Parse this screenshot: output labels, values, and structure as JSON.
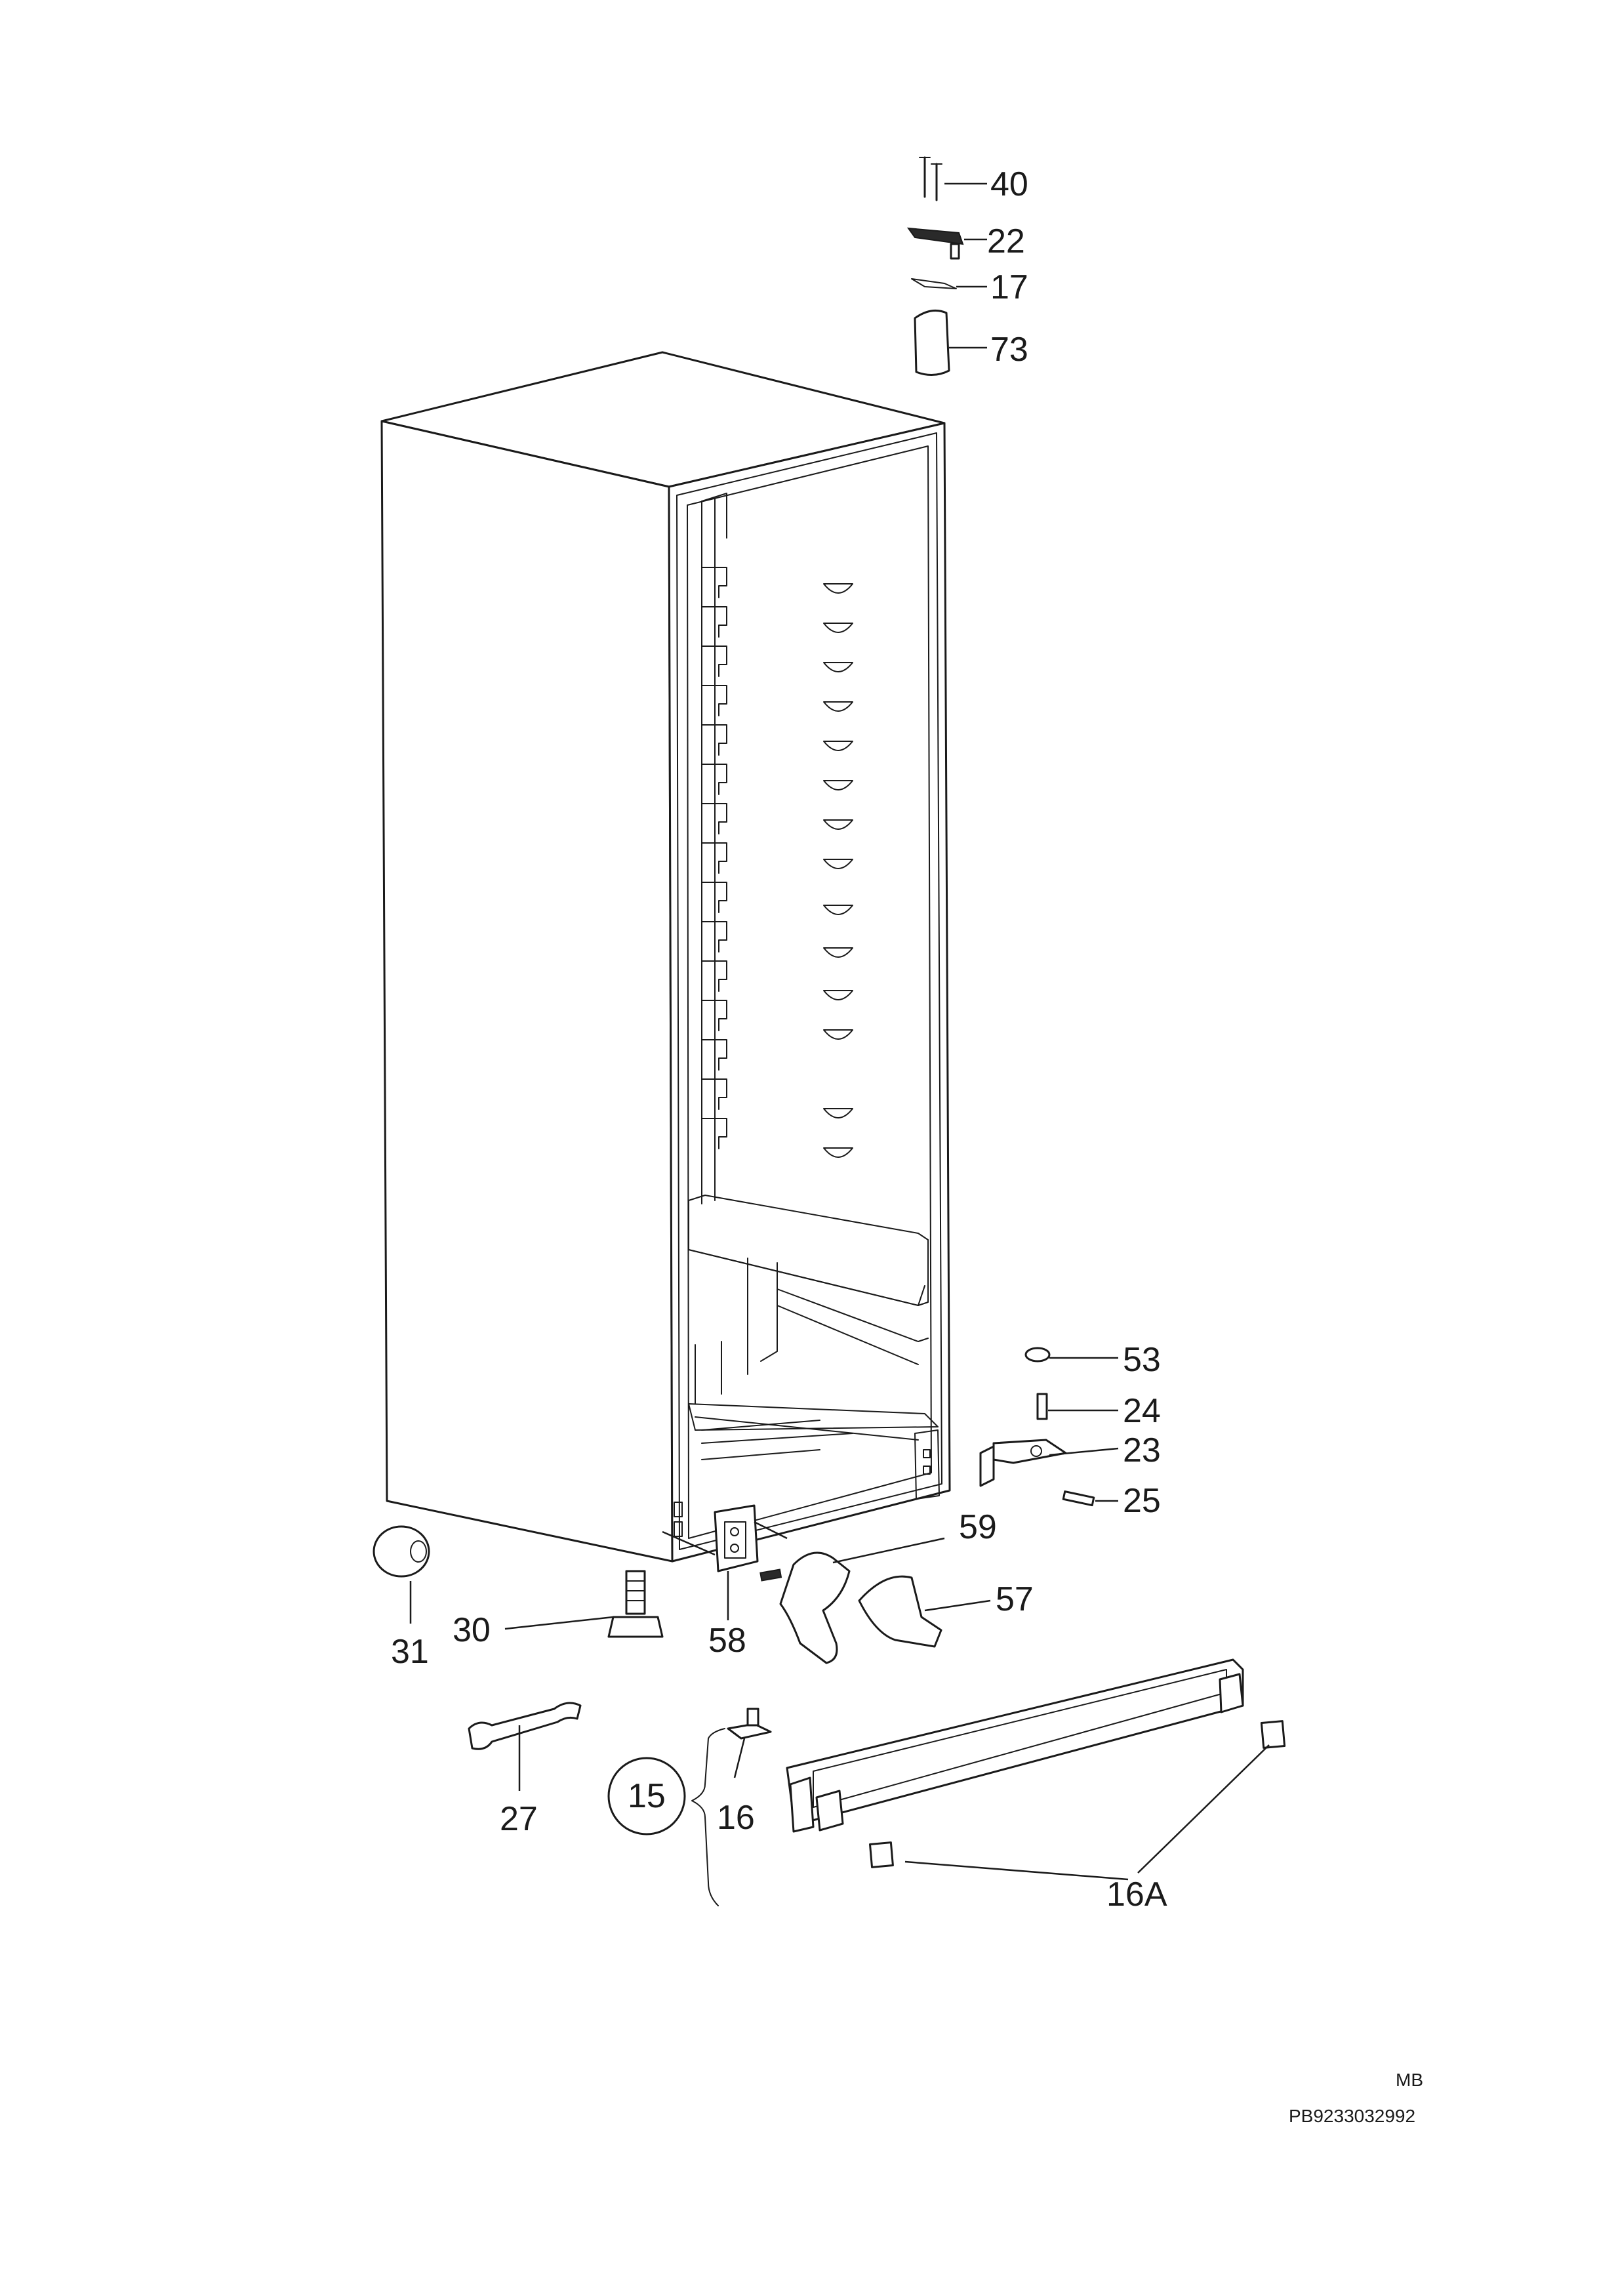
{
  "diagram": {
    "callouts": [
      "40",
      "22",
      "17",
      "73",
      "53",
      "24",
      "23",
      "25",
      "59",
      "57",
      "58",
      "31",
      "30",
      "27",
      "15",
      "16",
      "16A"
    ],
    "footer": {
      "code": "MB",
      "reference": "PB9233032992"
    }
  }
}
